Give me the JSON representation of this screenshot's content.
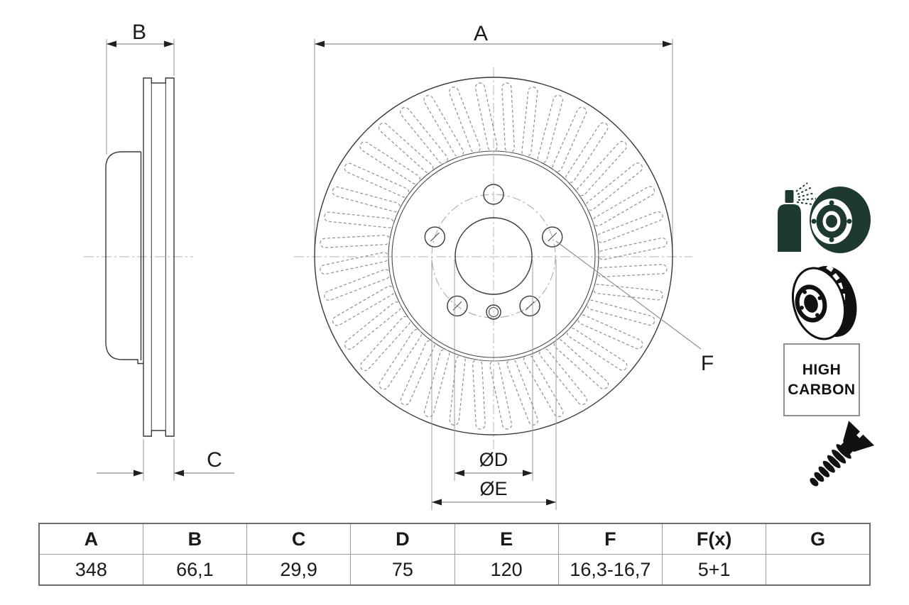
{
  "side_view": {
    "width_label": "B",
    "thickness_label": "C"
  },
  "front_view": {
    "diameter_label": "A",
    "bore_label": "ØD",
    "pitch_label": "ØE",
    "hole_label": "F",
    "vent_slot_count": 40,
    "bolt_hole_count": 5
  },
  "icons": {
    "high_carbon_line1": "HIGH",
    "high_carbon_line2": "CARBON",
    "coated_color": "#1e3a2e"
  },
  "table": {
    "headers": [
      "A",
      "B",
      "C",
      "D",
      "E",
      "F",
      "F(x)",
      "G"
    ],
    "values": [
      "348",
      "66,1",
      "29,9",
      "75",
      "120",
      "16,3-16,7",
      "5+1",
      ""
    ]
  }
}
